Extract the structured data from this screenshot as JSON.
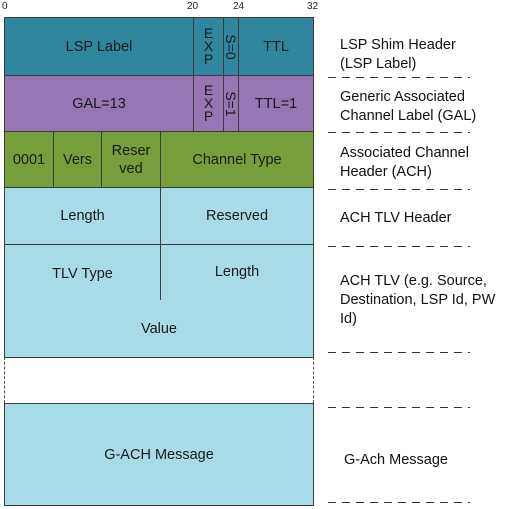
{
  "bit_labels": [
    "0",
    "20",
    "24",
    "32"
  ],
  "rows": {
    "lsp": {
      "label": "LSP Label",
      "exp": [
        "E",
        "X",
        "P"
      ],
      "s": "S=0",
      "ttl": "TTL"
    },
    "gal": {
      "label": "GAL=13",
      "exp": [
        "E",
        "X",
        "P"
      ],
      "s": "S=1",
      "ttl": "TTL=1"
    },
    "ach": {
      "nibble": "0001",
      "vers": "Vers",
      "reserved_1": "Reser",
      "reserved_2": "ved",
      "channel_type": "Channel Type"
    },
    "tlv_header": {
      "length": "Length",
      "reserved": "Reserved"
    },
    "tlv": {
      "type": "TLV Type",
      "length": "Length"
    },
    "value": {
      "label": "Value"
    },
    "gach": {
      "label": "G-ACH Message"
    }
  },
  "side_labels": {
    "shim": [
      "LSP Shim Header",
      "(LSP Label)"
    ],
    "gal": [
      "Generic Associated",
      "Channel Label (GAL)"
    ],
    "ach": [
      "Associated Channel",
      "Header (ACH)"
    ],
    "tlv_header": [
      "ACH TLV Header"
    ],
    "tlv": [
      "ACH TLV (e.g. Source,",
      "Destination, LSP Id, PW",
      "Id)"
    ],
    "gach": [
      "G-Ach Message"
    ]
  }
}
